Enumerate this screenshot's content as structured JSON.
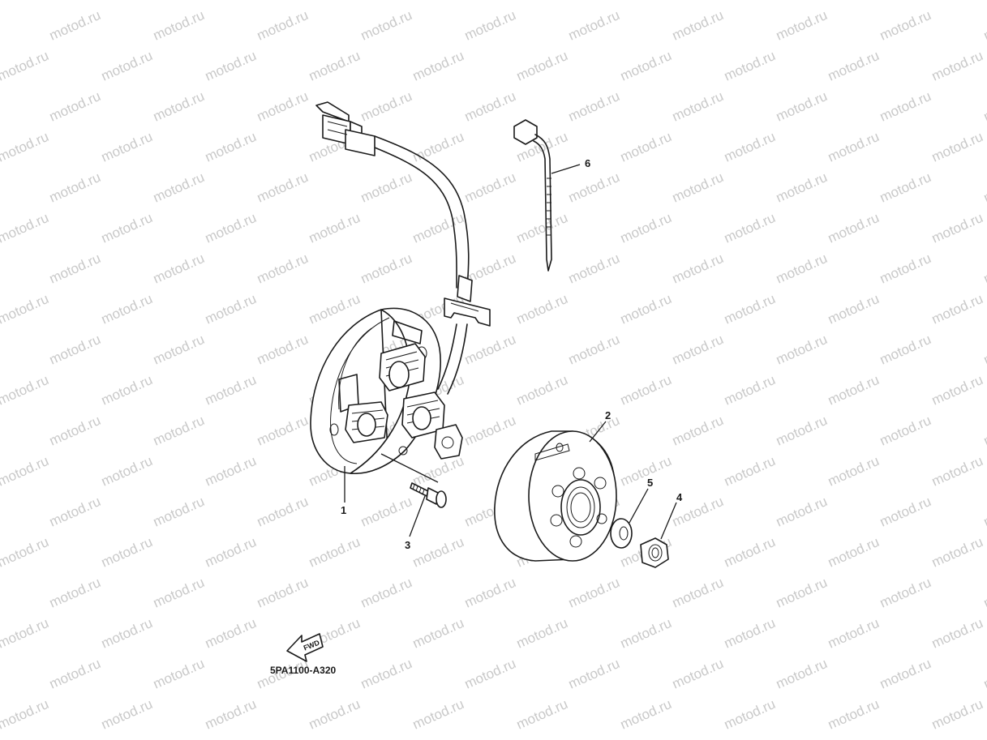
{
  "watermark": {
    "text": "motod.ru"
  },
  "parts": [
    {
      "number": "1"
    },
    {
      "number": "2"
    },
    {
      "number": "3"
    },
    {
      "number": "4"
    },
    {
      "number": "5"
    },
    {
      "number": "6"
    }
  ],
  "direction_arrow": {
    "label": "FWD"
  },
  "diagram_code": "5PA1100-A320"
}
